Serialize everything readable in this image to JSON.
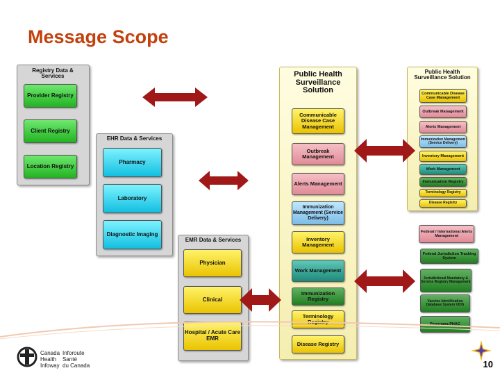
{
  "title": "Message Scope",
  "registry_panel": {
    "heading": "Registry Data & Services",
    "items": [
      "Provider Registry",
      "Client Registry",
      "Location Registry"
    ]
  },
  "ehr_panel": {
    "heading": "EHR Data & Services",
    "items": [
      "Pharmacy",
      "Laboratory",
      "Diagnostic Imaging"
    ]
  },
  "emr_panel": {
    "heading": "EMR Data & Services",
    "items": [
      "Physician",
      "Clinical",
      "Hospital / Acute Care EMR"
    ]
  },
  "phs_panel": {
    "heading": "Public Health Surveillance Solution",
    "items": [
      "Communicable Disease Case Management",
      "Outbreak Management",
      "Alerts Management",
      "Immunization Management (Service Delivery)",
      "Inventory Management",
      "Work Management",
      "Immunization Registry",
      "Terminology Registry",
      "Disease Registry"
    ]
  },
  "right_phs_panel": {
    "heading": "Public Health Surveillance Solution",
    "items": [
      "Communicable Disease Case Management",
      "Outbreak Management",
      "Alerts Management",
      "Immunization Management (Service Delivery)",
      "Inventory Management",
      "Work Management",
      "Immunization Registry",
      "Terminology Registry",
      "Disease Registry"
    ]
  },
  "external_items": [
    "Federal / International Alerts Management",
    "Federal Jurisdiction Tracking System",
    "Jurisdictional Mandatory & Service Registry Management",
    "Vaccine Identification Database System VIDS",
    "Panorama PHAC"
  ],
  "logo": {
    "en_line1": "Canada",
    "en_line2": "Health",
    "en_line3": "Infoway",
    "fr_line1": "Inforoute",
    "fr_line2": "Santé",
    "fr_line3": "du Canada"
  },
  "page_number": "10",
  "colors": {
    "title": "#c2410c",
    "arrow": "#a01818",
    "registry": "#22b322",
    "ehr": "#12bfe0",
    "emr": "#eac300"
  }
}
